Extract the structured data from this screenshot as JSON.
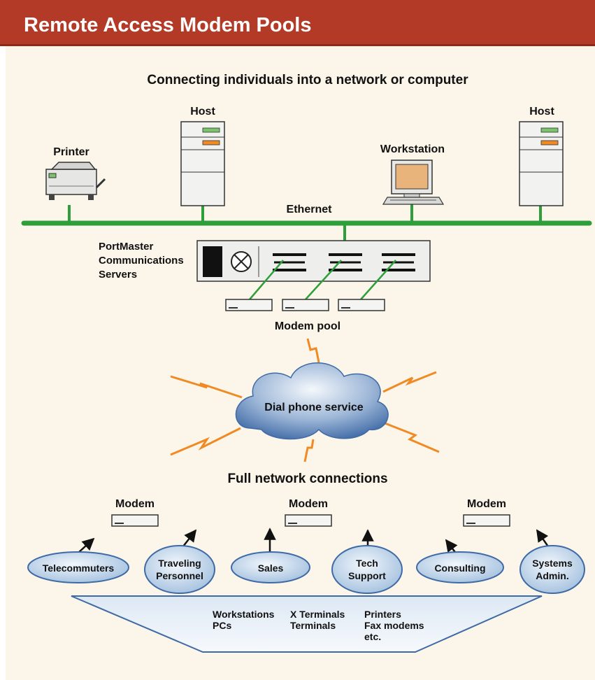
{
  "header": {
    "title": "Remote Access Modem Pools"
  },
  "diagram": {
    "subtitle": "Connecting individuals into a network or computer",
    "network": {
      "printer_label": "Printer",
      "host_left_label": "Host",
      "workstation_label": "Workstation",
      "host_right_label": "Host",
      "ethernet_label": "Ethernet",
      "server_label_lines": [
        "PortMaster",
        "Communications",
        "Servers"
      ],
      "modem_pool_label": "Modem pool",
      "cloud_label": "Dial phone service"
    },
    "remote": {
      "title": "Full network connections",
      "modem_labels": [
        "Modem",
        "Modem",
        "Modem"
      ],
      "users": [
        [
          "Telecommuters"
        ],
        [
          "Traveling",
          "Personnel"
        ],
        [
          "Sales"
        ],
        [
          "Tech",
          "Support"
        ],
        [
          "Consulting"
        ],
        [
          "Systems",
          "Admin."
        ]
      ],
      "devices_columns": [
        [
          "Workstations",
          "PCs"
        ],
        [
          "X Terminals",
          "Terminals"
        ],
        [
          "Printers",
          "Fax modems",
          "etc."
        ]
      ]
    }
  },
  "colors": {
    "header": "#b33a26",
    "panel": "#fbf6e9",
    "ethernet": "#2e9e3a",
    "lightning": "#f08a24",
    "bubble": "#a9c4de",
    "cloud": "#5b82b5"
  }
}
